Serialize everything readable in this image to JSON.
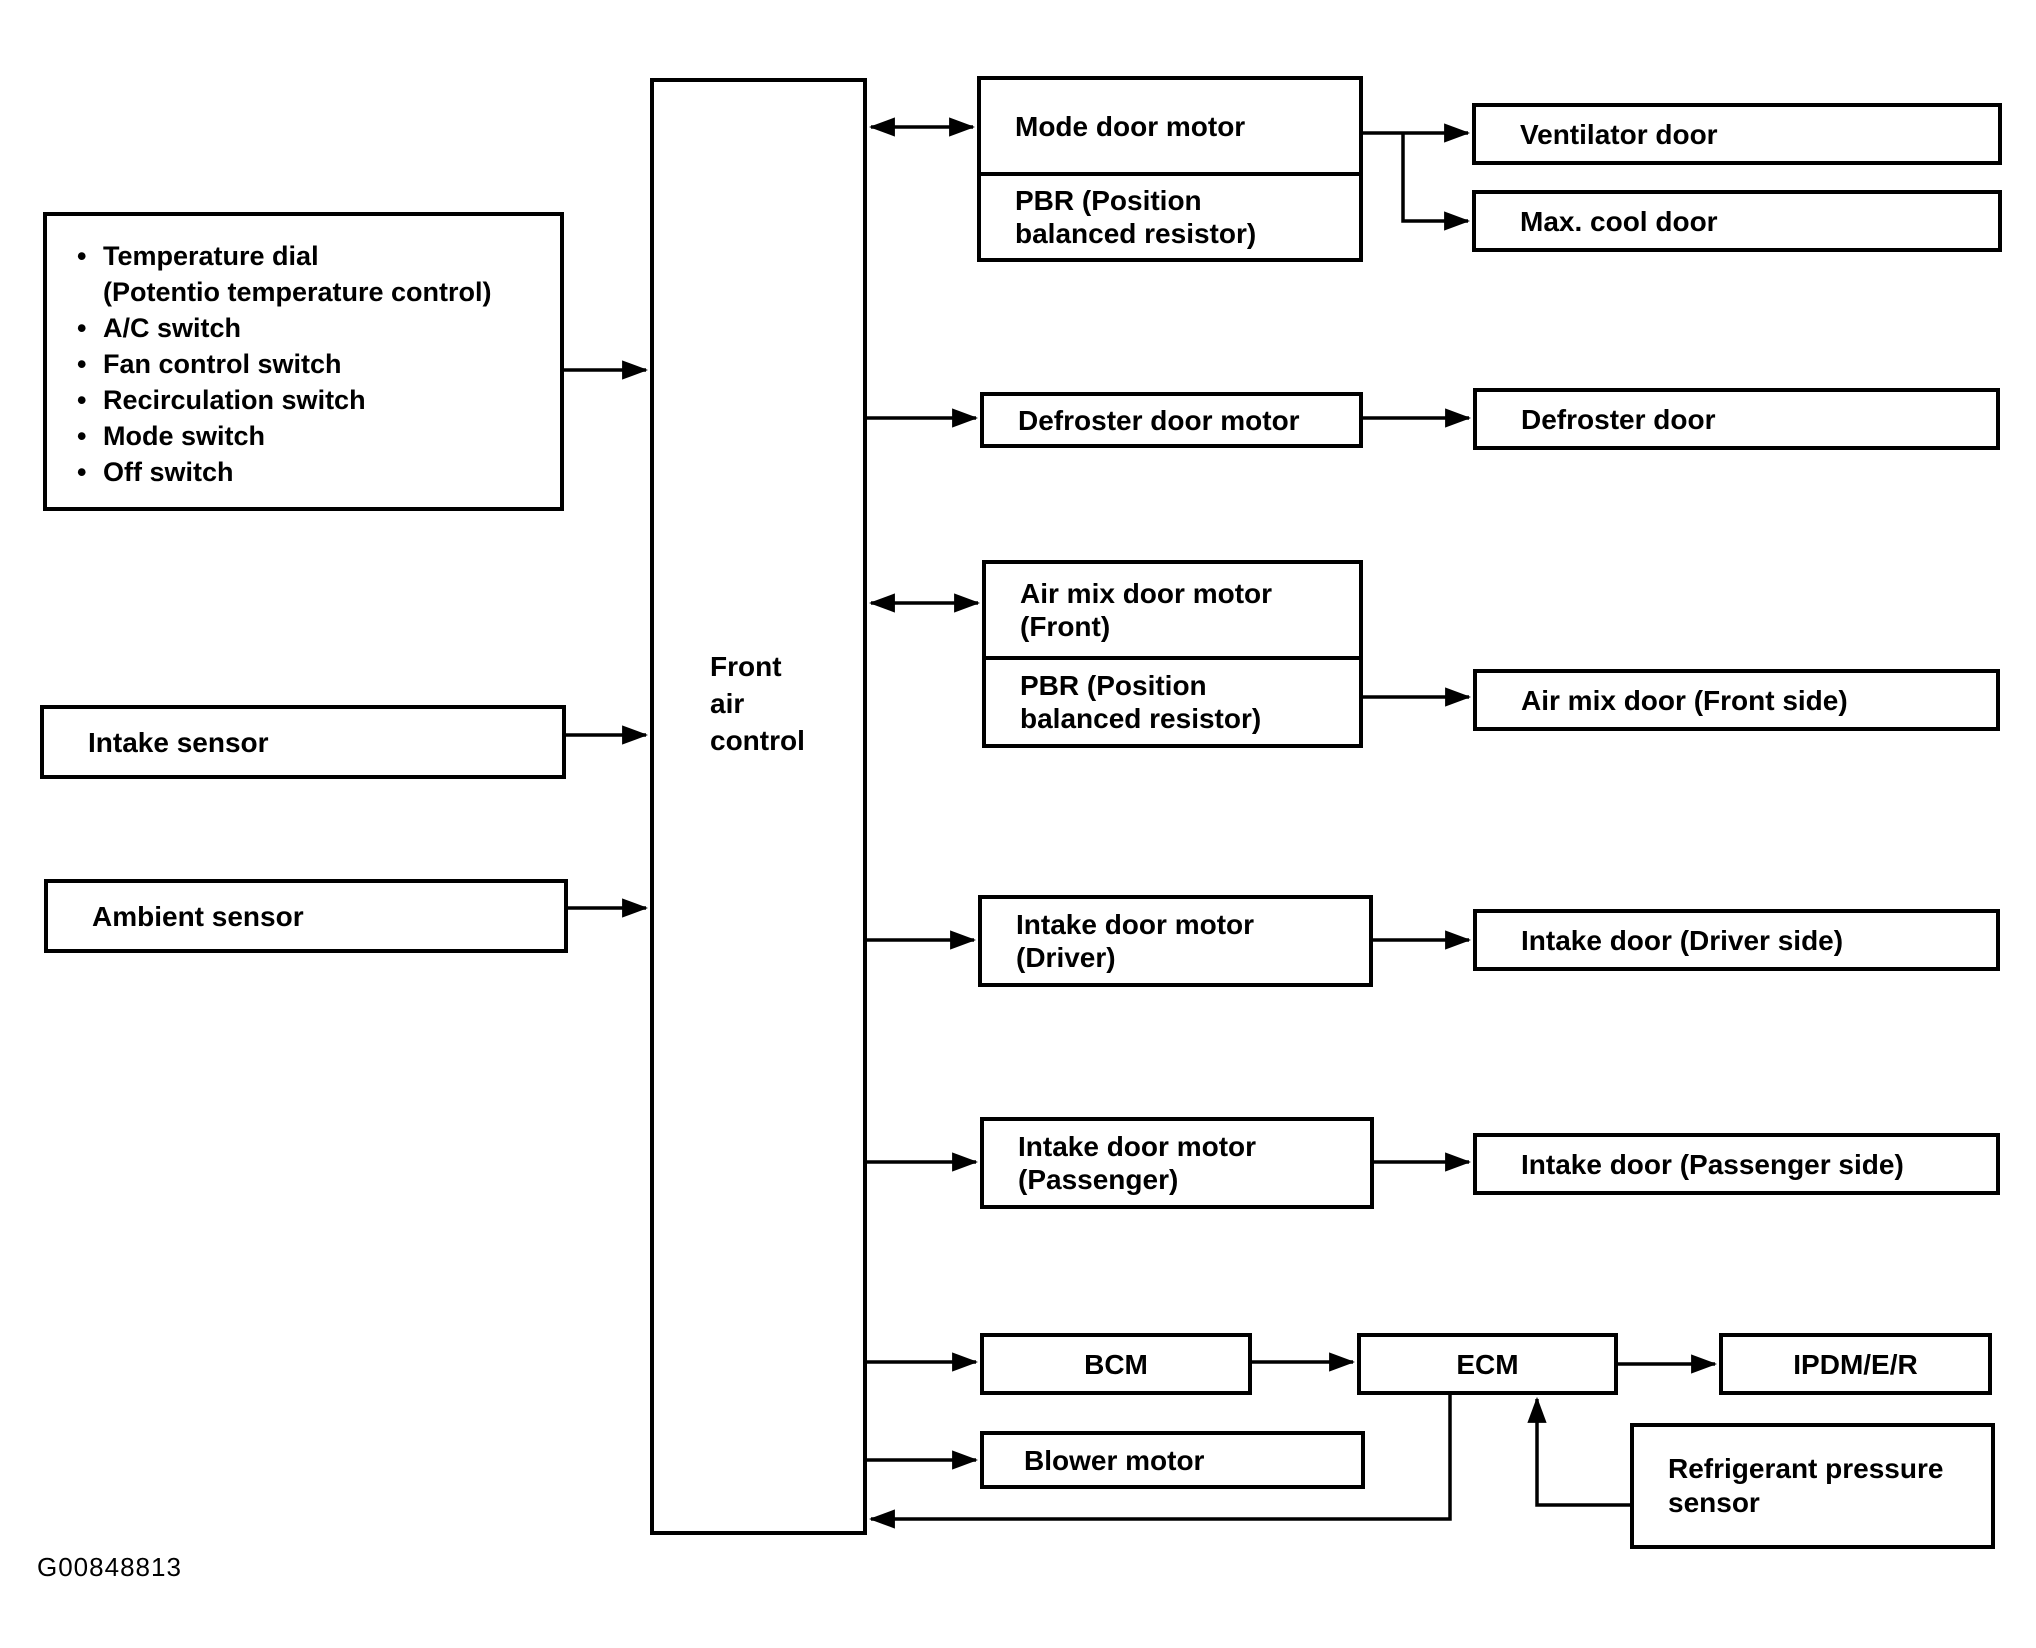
{
  "figure_id": "G00848813",
  "colors": {
    "line": "#000000",
    "background": "#ffffff"
  },
  "controls_panel": {
    "lines": [
      {
        "bullet": "•",
        "text": "Temperature dial"
      },
      {
        "bullet": "",
        "text": "(Potentio temperature control)"
      },
      {
        "bullet": "•",
        "text": "A/C switch"
      },
      {
        "bullet": "•",
        "text": "Fan control switch"
      },
      {
        "bullet": "•",
        "text": "Recirculation switch"
      },
      {
        "bullet": "•",
        "text": "Mode switch"
      },
      {
        "bullet": "•",
        "text": "Off switch"
      }
    ]
  },
  "nodes": {
    "intake_sensor": {
      "label": "Intake sensor"
    },
    "ambient_sensor": {
      "label": "Ambient sensor"
    },
    "front_air_control": {
      "label": "Front\nair\ncontrol"
    },
    "mode_door_motor": {
      "label": "Mode door motor"
    },
    "mode_pbr": {
      "label": "PBR (Position\nbalanced resistor)"
    },
    "ventilator_door": {
      "label": "Ventilator door"
    },
    "max_cool_door": {
      "label": "Max. cool door"
    },
    "defroster_door_motor": {
      "label": "Defroster door motor"
    },
    "defroster_door": {
      "label": "Defroster door"
    },
    "air_mix_door_motor": {
      "label": "Air mix door motor\n(Front)"
    },
    "air_mix_pbr": {
      "label": "PBR (Position\nbalanced resistor)"
    },
    "air_mix_door": {
      "label": "Air mix door (Front side)"
    },
    "intake_door_motor_driver": {
      "label": "Intake door motor\n(Driver)"
    },
    "intake_door_driver": {
      "label": "Intake door (Driver side)"
    },
    "intake_door_motor_passenger": {
      "label": "Intake door motor\n(Passenger)"
    },
    "intake_door_passenger": {
      "label": "Intake door (Passenger side)"
    },
    "bcm": {
      "label": "BCM"
    },
    "ecm": {
      "label": "ECM"
    },
    "ipdm": {
      "label": "IPDM/E/R"
    },
    "blower_motor": {
      "label": "Blower motor"
    },
    "refrigerant_pressure_sensor": {
      "label": "Refrigerant pressure\nsensor"
    }
  },
  "connections": [
    {
      "from": "controls_panel",
      "to": "front_air_control",
      "type": "arrow"
    },
    {
      "from": "intake_sensor",
      "to": "front_air_control",
      "type": "arrow"
    },
    {
      "from": "ambient_sensor",
      "to": "front_air_control",
      "type": "arrow"
    },
    {
      "from": "front_air_control",
      "to": "mode_door_motor",
      "type": "double-arrow"
    },
    {
      "from": "mode_door_motor",
      "to": "ventilator_door",
      "type": "arrow"
    },
    {
      "from": "mode_door_motor",
      "to": "max_cool_door",
      "type": "arrow"
    },
    {
      "from": "front_air_control",
      "to": "defroster_door_motor",
      "type": "arrow"
    },
    {
      "from": "defroster_door_motor",
      "to": "defroster_door",
      "type": "arrow"
    },
    {
      "from": "front_air_control",
      "to": "air_mix_door_motor",
      "type": "double-arrow"
    },
    {
      "from": "air_mix_pbr",
      "to": "air_mix_door",
      "type": "arrow"
    },
    {
      "from": "front_air_control",
      "to": "intake_door_motor_driver",
      "type": "arrow"
    },
    {
      "from": "intake_door_motor_driver",
      "to": "intake_door_driver",
      "type": "arrow"
    },
    {
      "from": "front_air_control",
      "to": "intake_door_motor_passenger",
      "type": "arrow"
    },
    {
      "from": "intake_door_motor_passenger",
      "to": "intake_door_passenger",
      "type": "arrow"
    },
    {
      "from": "front_air_control",
      "to": "bcm",
      "type": "arrow"
    },
    {
      "from": "bcm",
      "to": "ecm",
      "type": "arrow"
    },
    {
      "from": "ecm",
      "to": "ipdm",
      "type": "arrow"
    },
    {
      "from": "front_air_control",
      "to": "blower_motor",
      "type": "arrow"
    },
    {
      "from": "ecm",
      "to": "front_air_control",
      "type": "arrow"
    },
    {
      "from": "refrigerant_pressure_sensor",
      "to": "ecm",
      "type": "arrow"
    }
  ]
}
